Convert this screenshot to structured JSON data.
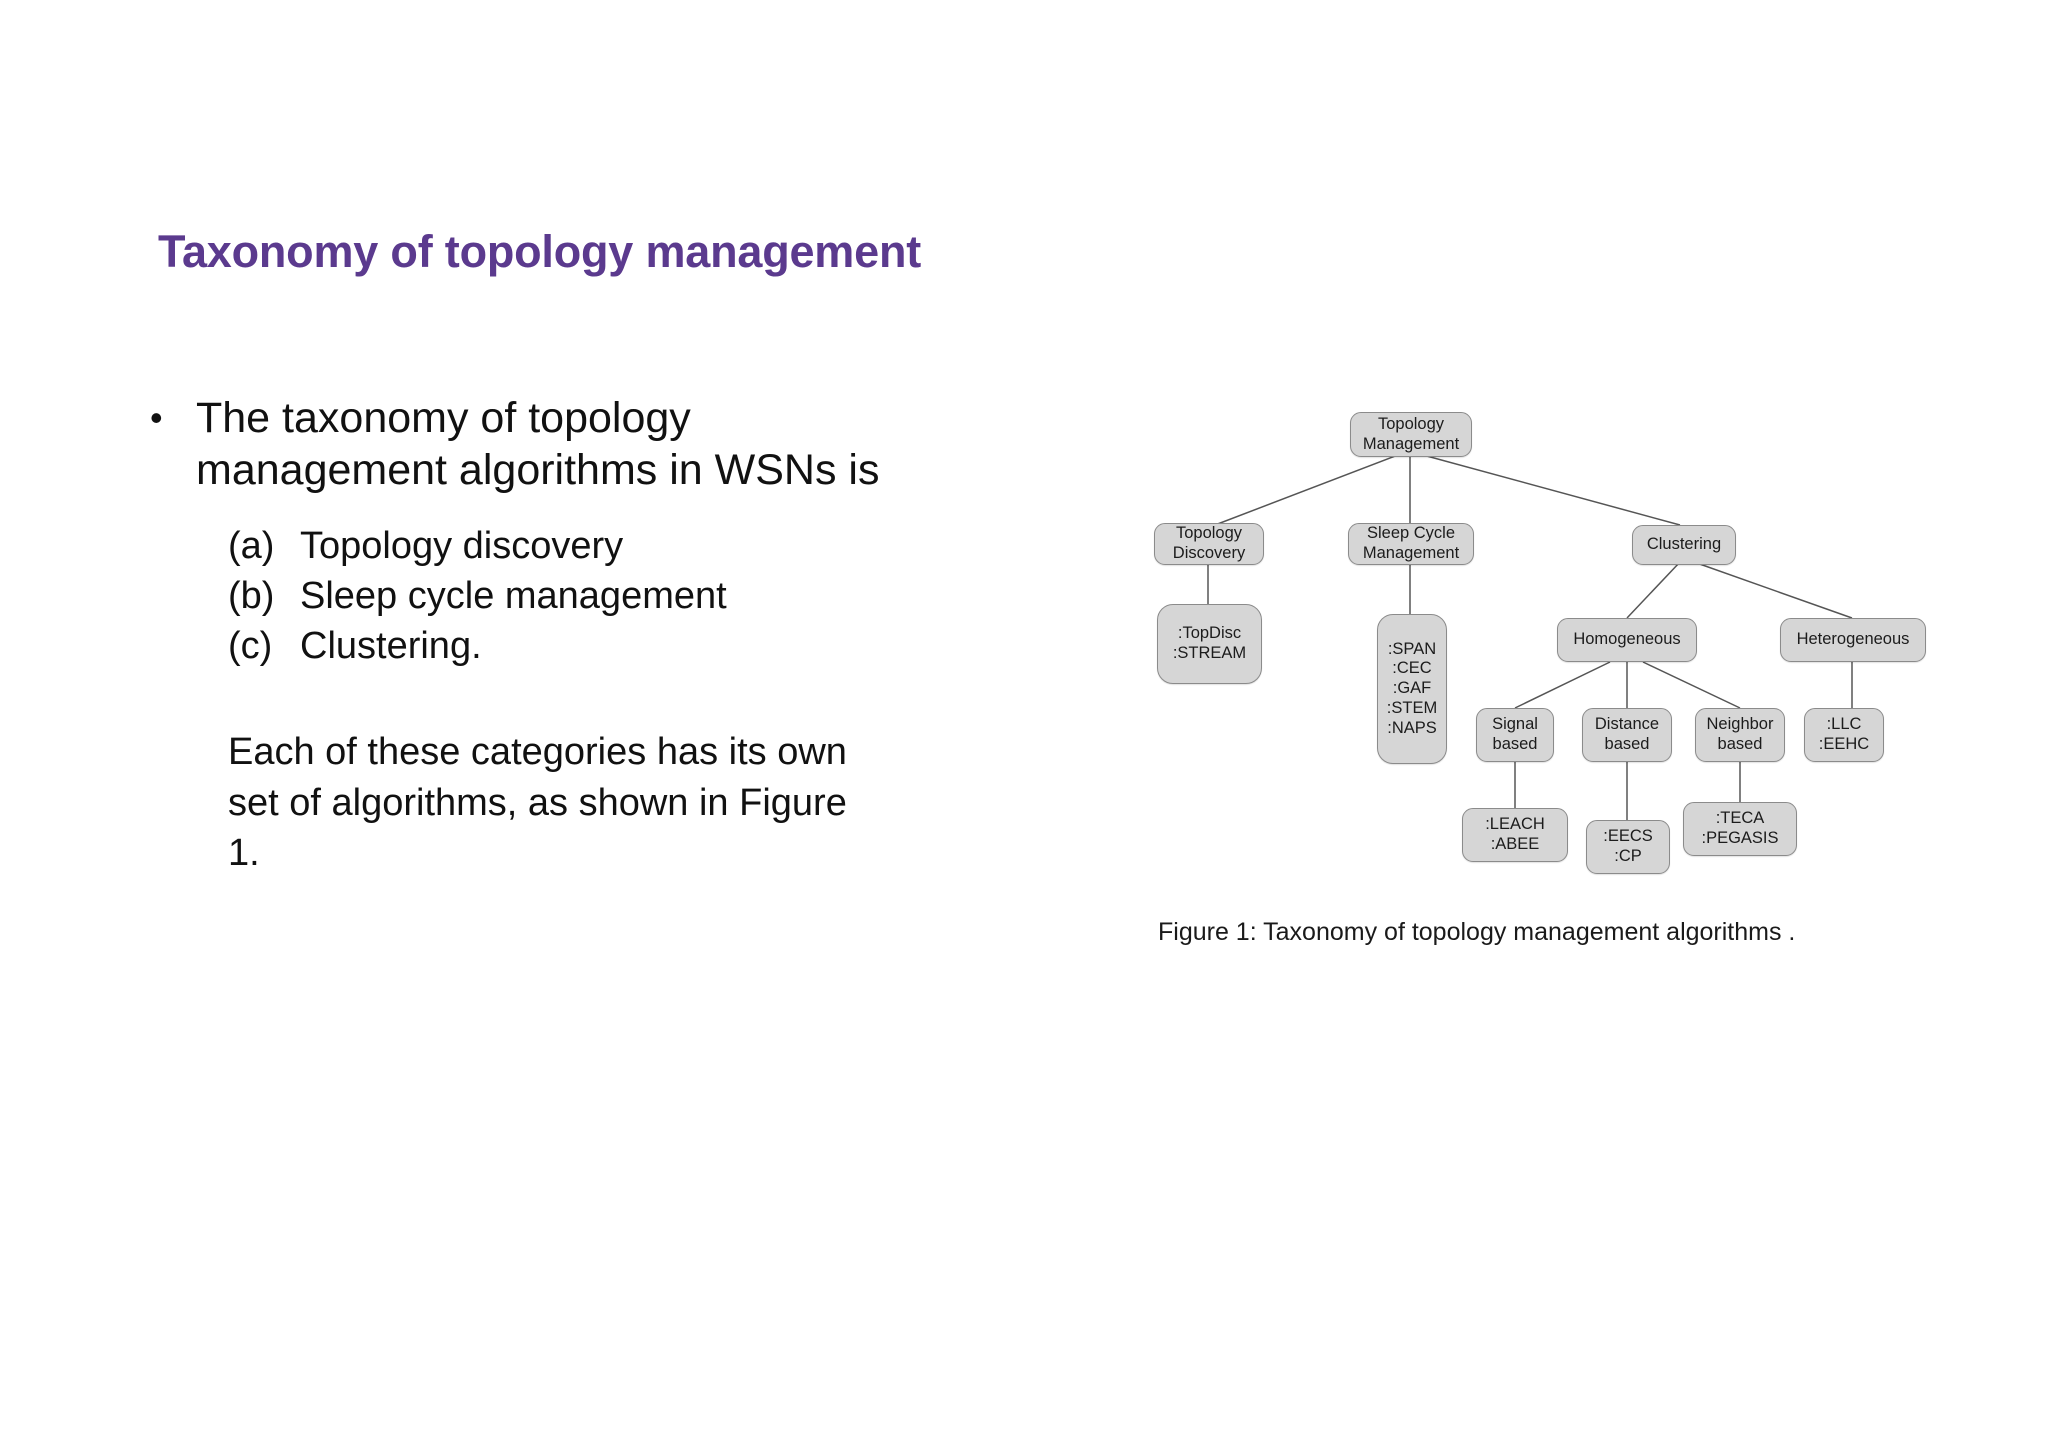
{
  "slide": {
    "title": "Taxonomy of topology management",
    "title_color": "#5b3a8e",
    "background": "#ffffff"
  },
  "body": {
    "bullet_marker": "•",
    "bullet_text": "The taxonomy of topology management algorithms in WSNs is",
    "sub_items": [
      {
        "label": "(a)",
        "text": "Topology discovery"
      },
      {
        "label": "(b)",
        "text": "Sleep cycle management"
      },
      {
        "label": "(c)",
        "text": "Clustering."
      }
    ],
    "closing_paragraph": "Each of these categories has its own set of algorithms, as shown in Figure 1."
  },
  "figure": {
    "caption": "Figure 1: Taxonomy of topology management algorithms .",
    "node_fill": "#d6d6d6",
    "node_border": "#8b8b8b",
    "edge_color": "#555555",
    "nodes": {
      "root": {
        "lines": [
          "Topology",
          "Management"
        ]
      },
      "topology_discovery": {
        "lines": [
          "Topology",
          "Discovery"
        ]
      },
      "sleep_cycle_management": {
        "lines": [
          "Sleep Cycle",
          "Management"
        ]
      },
      "clustering": {
        "lines": [
          "Clustering"
        ]
      },
      "topdisc_leaf": {
        "lines": [
          ":TopDisc",
          ":STREAM"
        ]
      },
      "sleep_leaf": {
        "lines": [
          ":SPAN",
          ":CEC",
          ":GAF",
          ":STEM",
          ":NAPS"
        ]
      },
      "homogeneous": {
        "lines": [
          "Homogeneous"
        ]
      },
      "heterogeneous": {
        "lines": [
          "Heterogeneous"
        ]
      },
      "signal_based": {
        "lines": [
          "Signal",
          "based"
        ]
      },
      "distance_based": {
        "lines": [
          "Distance",
          "based"
        ]
      },
      "neighbor_based": {
        "lines": [
          "Neighbor",
          "based"
        ]
      },
      "heterogeneous_leaf": {
        "lines": [
          ":LLC",
          ":EEHC"
        ]
      },
      "signal_leaf": {
        "lines": [
          ":LEACH",
          ":ABEE"
        ]
      },
      "distance_leaf": {
        "lines": [
          ":EECS",
          ":CP"
        ]
      },
      "neighbor_leaf": {
        "lines": [
          ":TECA",
          ":PEGASIS"
        ]
      }
    }
  }
}
